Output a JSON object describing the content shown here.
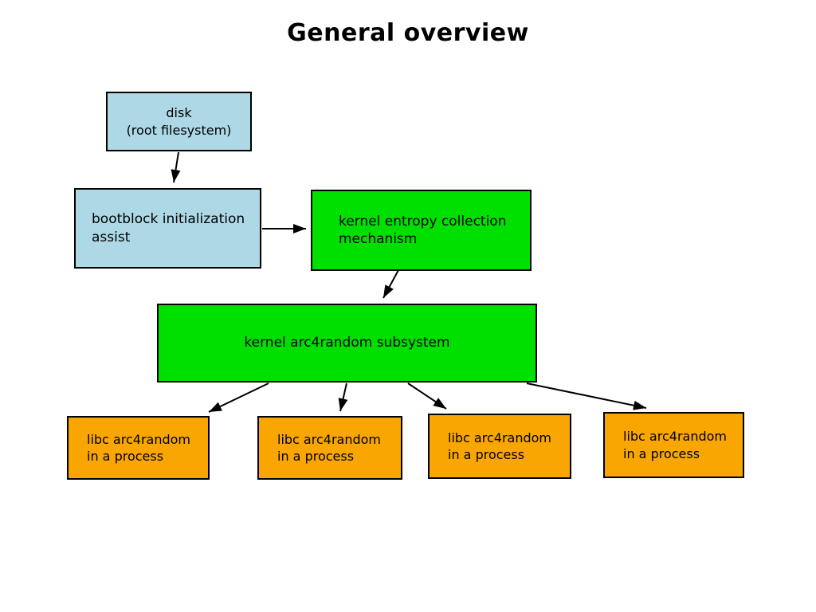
{
  "page": {
    "title": "General overview"
  },
  "colors": {
    "blue": "#ADD8E6",
    "green": "#00E000",
    "orange": "#F9A602",
    "border": "#000000",
    "arrow": "#000000"
  },
  "nodes": {
    "disk": {
      "line1": "disk",
      "line2": "(root filesystem)"
    },
    "bootblock": {
      "line1": "bootblock initialization",
      "line2": "assist"
    },
    "entropy": {
      "line1": "kernel entropy collection",
      "line2": "mechanism"
    },
    "subsystem": {
      "line1": "kernel arc4random subsystem"
    },
    "libc1": {
      "line1": "libc arc4random",
      "line2": "in a process"
    },
    "libc2": {
      "line1": "libc arc4random",
      "line2": "in a process"
    },
    "libc3": {
      "line1": "libc arc4random",
      "line2": "in a process"
    },
    "libc4": {
      "line1": "libc arc4random",
      "line2": "in a process"
    }
  },
  "edges": [
    {
      "from": "disk",
      "to": "bootblock"
    },
    {
      "from": "bootblock",
      "to": "entropy"
    },
    {
      "from": "entropy",
      "to": "subsystem"
    },
    {
      "from": "subsystem",
      "to": "libc1"
    },
    {
      "from": "subsystem",
      "to": "libc2"
    },
    {
      "from": "subsystem",
      "to": "libc3"
    },
    {
      "from": "subsystem",
      "to": "libc4"
    }
  ]
}
